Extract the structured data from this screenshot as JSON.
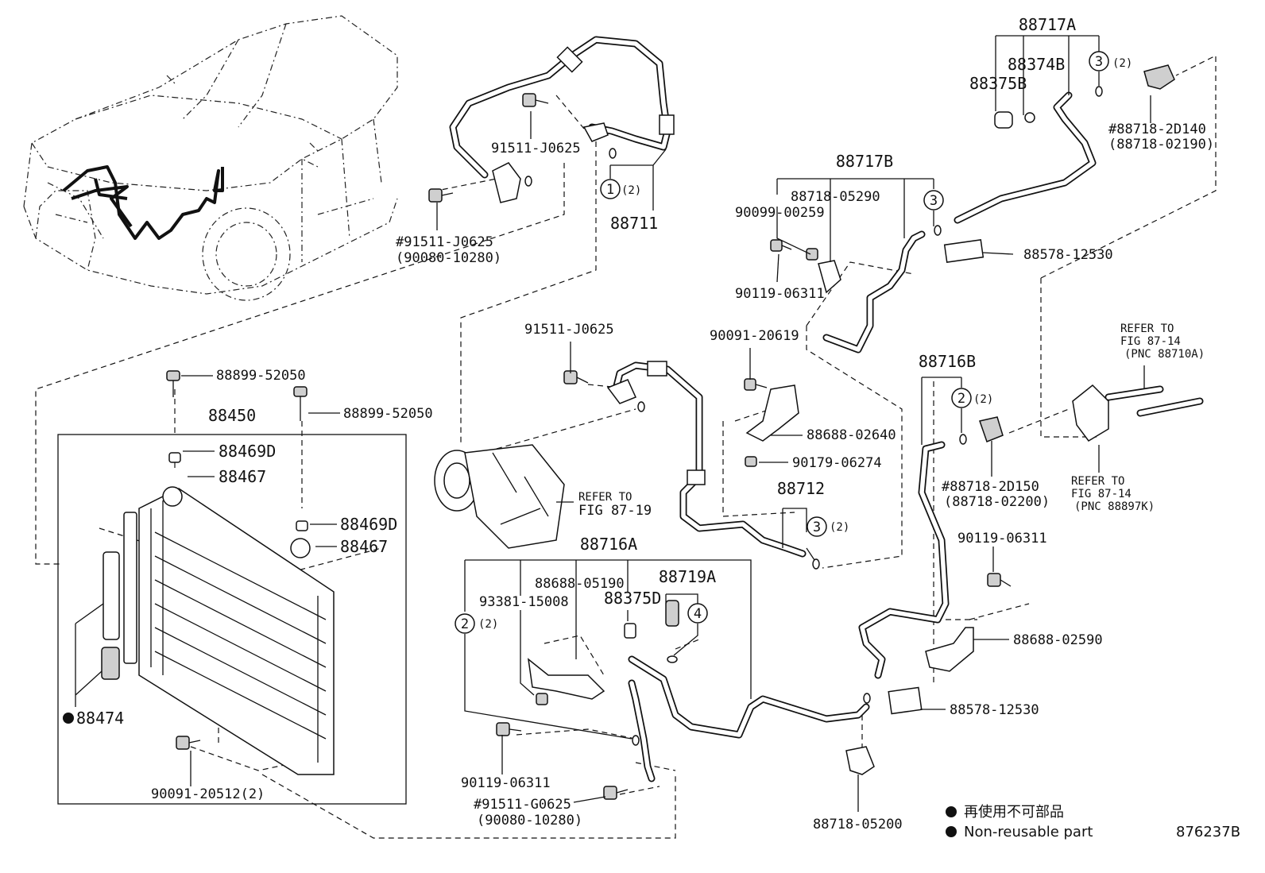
{
  "figure_number": "876237B",
  "part_labels": {
    "p88717A": "88717A",
    "p88374B": "88374B",
    "p88375B": "88375B",
    "p3_2_top": "(2)",
    "p88718_2D140": "#88718-2D140",
    "p88718_02190": "(88718-02190)",
    "p88717B": "88717B",
    "p88718_05290": "88718-05290",
    "p90099_00259": "90099-00259",
    "p90119_06311_a": "90119-06311",
    "p88578_12530_a": "88578-12530",
    "p91511_J0625_a": "91511-J0625",
    "p1_2": "(2)",
    "p88711": "88711",
    "p91511_J0625_b": "#91511-J0625",
    "p90080_10280_a": "(90080-10280)",
    "p91511_J0625_c": "91511-J0625",
    "p90091_20619": "90091-20619",
    "p88716B": "88716B",
    "p2_2_right": "(2)",
    "refer_87_14_a_1": "REFER TO",
    "refer_87_14_a_2": "FIG 87-14",
    "refer_87_14_a_3": "(PNC 88710A)",
    "p88899_52050_a": "88899-52050",
    "p88899_52050_b": "88899-52050",
    "p88450": "88450",
    "p88469D_a": "88469D",
    "p88467_a": "88467",
    "p88469D_b": "88469D",
    "p88467_b": "88467",
    "p88688_02640": "88688-02640",
    "p90179_06274": "90179-06274",
    "p88718_2D150": "#88718-2D150",
    "p88718_02200": "(88718-02200)",
    "refer_87_14_b_1": "REFER TO",
    "refer_87_14_b_2": "FIG 87-14",
    "refer_87_14_b_3": "(PNC 88897K)",
    "refer_87_19_1": "REFER TO",
    "refer_87_19_2": "FIG 87-19",
    "p88712": "88712",
    "p3_2_mid": "(2)",
    "p88716A": "88716A",
    "p90119_06311_b": "90119-06311",
    "p88688_05190": "88688-05190",
    "p93381_15008": "93381-15008",
    "p88719A": "88719A",
    "p88375D": "88375D",
    "p2_2_left": "(2)",
    "p88688_02590": "88688-02590",
    "p88474": "88474",
    "p88578_12530_b": "88578-12530",
    "p90091_20512": "90091-20512(2)",
    "p90119_06311_c": "90119-06311",
    "p91511_G0625": "#91511-G0625",
    "p90080_10280_b": "(90080-10280)",
    "p88718_05200": "88718-05200"
  },
  "callouts": {
    "c1": "1",
    "c2a": "2",
    "c2b": "2",
    "c3a": "3",
    "c3b": "3",
    "c3c": "3",
    "c4": "4"
  },
  "legend": {
    "line1": "再使用不可部品",
    "line2": "Non-reusable part"
  },
  "colors": {
    "line": "#111111",
    "background": "#ffffff"
  }
}
